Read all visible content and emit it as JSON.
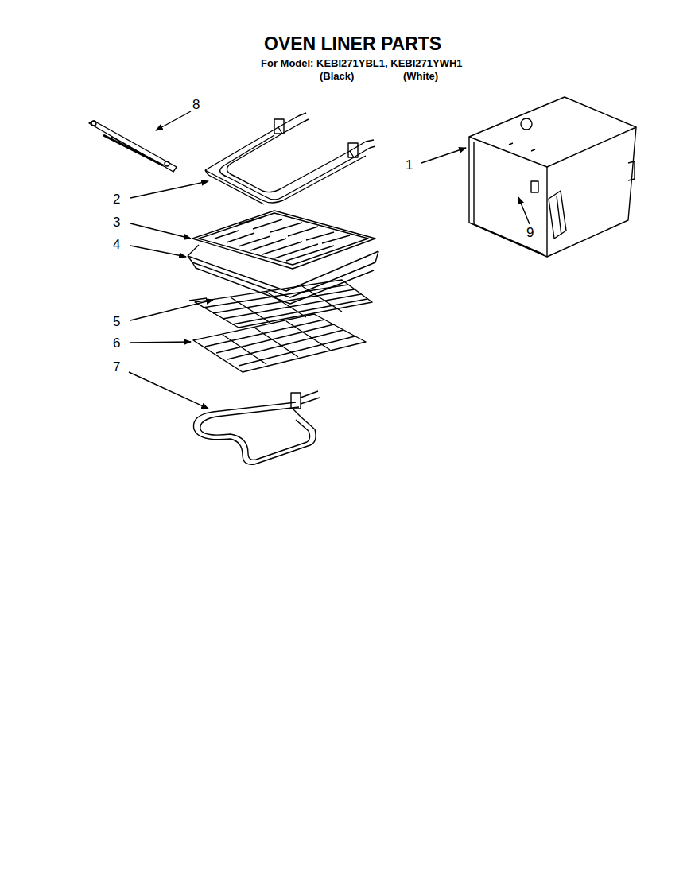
{
  "diagram": {
    "title": "OVEN LINER PARTS",
    "labels": [
      "For Model: KEBI271YBL1, KEBI271YWH1",
      "(Black)",
      "(White)",
      "8",
      "2",
      "3",
      "4",
      "5",
      "6",
      "7",
      "1",
      "9"
    ]
  }
}
